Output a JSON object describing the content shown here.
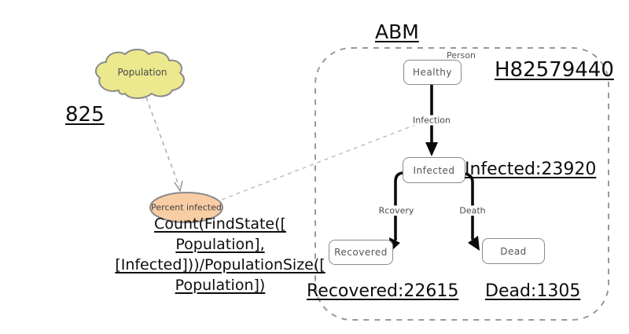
{
  "palette": {
    "cloud_fill": "#ece88e",
    "cloud_stroke": "#8a8a8a",
    "ellipse_fill": "#f9cda4",
    "ellipse_stroke": "#8a8a8a",
    "dashed_line": "#aaaaaa",
    "container_dash": "#999999",
    "arrow_black": "#0a0a0a"
  },
  "left": {
    "population_cloud_label": "Population",
    "population_value": "825",
    "percent_infected_label": "Percent infected",
    "formula_lines": {
      "0": "Count(FindState([",
      "1": "Population],",
      "2": "[Infected]))/PopulationSize([",
      "3": "Population])"
    }
  },
  "abm": {
    "title": "ABM",
    "agent_type_label": "Person",
    "id_label": "H82579440",
    "states": {
      "healthy": "Healthy",
      "infected": "Infected",
      "recovered": "Recovered",
      "dead": "Dead"
    },
    "transitions": {
      "infection": "Infection",
      "recovery": "Rcovery",
      "death": "Death"
    },
    "counters": {
      "infected": "Infected:23920",
      "recovered": "Recovered:22615",
      "dead": "Dead:1305"
    }
  }
}
